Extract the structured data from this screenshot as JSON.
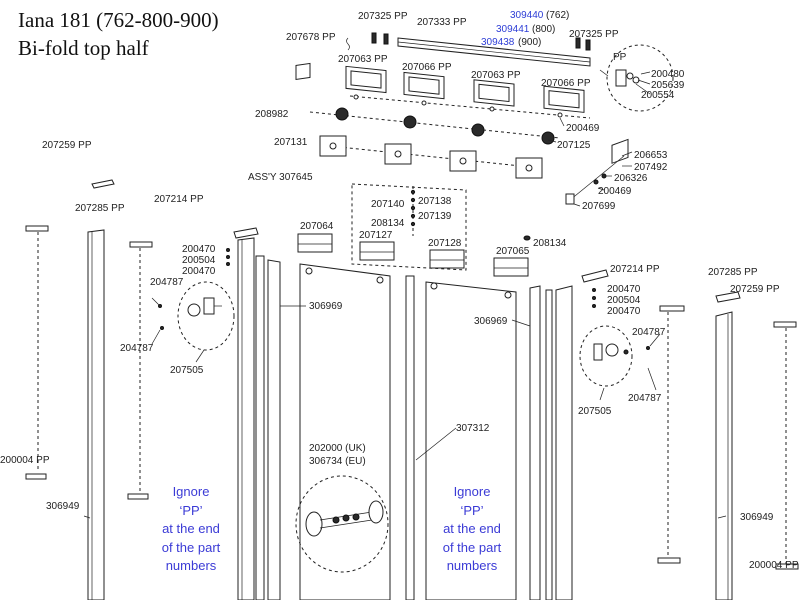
{
  "title": {
    "line1": "Iana 181 (762-800-900)",
    "line2": "Bi-fold top half"
  },
  "notes": {
    "left": [
      "Ignore",
      "‘PP’",
      "at the end",
      "of the part",
      "numbers"
    ],
    "right": [
      "Ignore",
      "‘PP’",
      "at the end",
      "of the part",
      "numbers"
    ]
  },
  "labels": {
    "p207325_left": "207325 PP",
    "p207333": "207333 PP",
    "p309440": "309440",
    "p309440_size": "(762)",
    "p309441": "309441",
    "p309441_size": "(800)",
    "p309438": "309438",
    "p309438_size": "(900)",
    "p207325_right": "207325 PP",
    "p207678": "207678 PP",
    "p207063_a": "207063 PP",
    "p207066_a": "207066 PP",
    "p207063_b": "207063 PP",
    "p207066_b": "207066 PP",
    "pp_circle": "PP",
    "p200480": "200480",
    "p205639": "205639",
    "p200554": "200554",
    "p208982": "208982",
    "p200469_top": "200469",
    "p207131": "207131",
    "p207125": "207125",
    "p207259_left": "207259 PP",
    "p206653": "206653",
    "p207492": "207492",
    "p206326": "206326",
    "p200469_mid": "200469",
    "p207699": "207699",
    "assy": "ASS'Y 307645",
    "p207285_left": "207285 PP",
    "p207214_left": "207214 PP",
    "p207140": "207140",
    "p207138": "207138",
    "p208134_a": "208134",
    "p207139": "207139",
    "p207127": "207127",
    "p207064": "207064",
    "p207128": "207128",
    "p207065": "207065",
    "p208134_b": "208134",
    "p200470_l1": "200470",
    "p200504_l": "200504",
    "p200470_l2": "200470",
    "p204787_l1": "204787",
    "p204787_l2": "204787",
    "p207505_l": "207505",
    "p306969_l": "306969",
    "p306969_r": "306969",
    "p207214_right": "207214 PP",
    "p207285_right": "207285 PP",
    "p207259_right": "207259 PP",
    "p200470_r1": "200470",
    "p200504_r": "200504",
    "p200470_r2": "200470",
    "p204787_r1": "204787",
    "p204787_r2": "204787",
    "p207505_r": "207505",
    "p307312": "307312",
    "p202000": "202000 (UK)",
    "p306734": "306734 (EU)",
    "p200004_l": "200004 PP",
    "p200004_r": "200004 PP",
    "p306949_l": "306949",
    "p306949_r": "306949"
  },
  "colors": {
    "blue_text": "#2d3dd6",
    "line": "#222222"
  }
}
